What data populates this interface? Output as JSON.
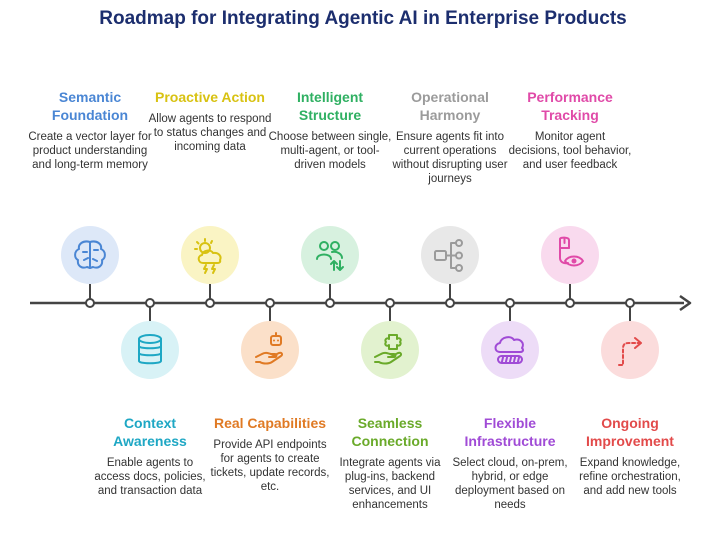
{
  "title": "Roadmap for Integrating Agentic AI in Enterprise Products",
  "steps": [
    {
      "heading": "Semantic Foundation",
      "description": "Create a vector layer for product understanding and long-term memory",
      "color": "#4a86d4",
      "bg": "#dde8f8",
      "icon": "brain-icon"
    },
    {
      "heading": "Context Awareness",
      "description": "Enable agents to access docs, policies, and transaction data",
      "color": "#1ea7c4",
      "bg": "#d8f2f6",
      "icon": "database-icon"
    },
    {
      "heading": "Proactive Action",
      "description": "Allow agents to respond to status changes and incoming data",
      "color": "#d8c212",
      "bg": "#faf4c4",
      "icon": "weather-storm-icon"
    },
    {
      "heading": "Real Capabilities",
      "description": "Provide API endpoints for agents to create tickets, update records, etc.",
      "color": "#e07a24",
      "bg": "#fbe0c9",
      "icon": "robot-hand-icon"
    },
    {
      "heading": "Intelligent Structure",
      "description": "Choose between single, multi-agent, or tool-driven models",
      "color": "#2fb062",
      "bg": "#d7f1df",
      "icon": "users-arrows-icon"
    },
    {
      "heading": "Seamless Connection",
      "description": "Integrate agents via plug-ins, backend services, and UI enhancements",
      "color": "#6aaa2a",
      "bg": "#e2f2cf",
      "icon": "puzzle-hand-icon"
    },
    {
      "heading": "Operational Harmony",
      "description": "Ensure agents fit into current operations without disrupting user journeys",
      "color": "#9b9b9b",
      "bg": "#e8e8e8",
      "icon": "flow-tree-icon"
    },
    {
      "heading": "Flexible Infrastructure",
      "description": "Select cloud, on-prem, hybrid, or edge deployment based on needs",
      "color": "#a04bd6",
      "bg": "#eddcf7",
      "icon": "cloud-server-icon"
    },
    {
      "heading": "Performance Tracking",
      "description": "Monitor agent decisions, tool behavior, and user feedback",
      "color": "#e04aa8",
      "bg": "#f9daee",
      "icon": "mouse-eye-icon"
    },
    {
      "heading": "Ongoing Improvement",
      "description": "Expand knowledge, refine orchestration, and add new tools",
      "color": "#e24a4a",
      "bg": "#fbdcdc",
      "icon": "path-arrow-icon"
    }
  ]
}
